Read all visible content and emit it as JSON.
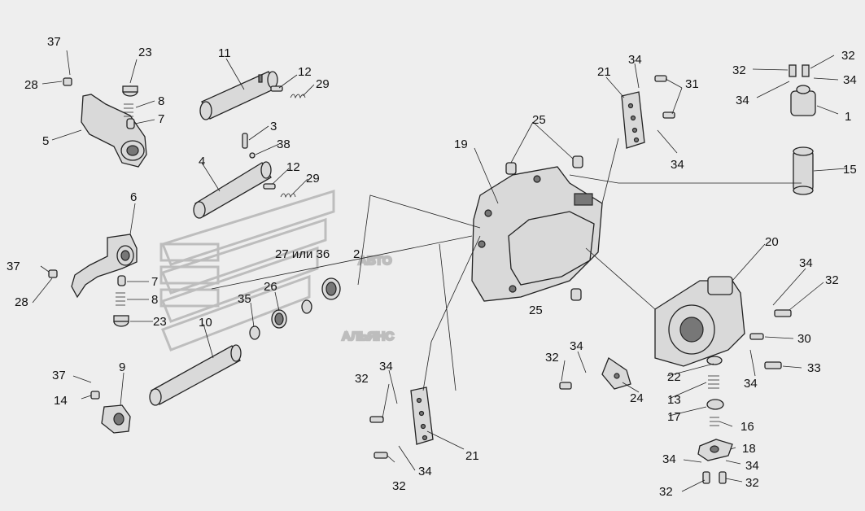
{
  "diagram": {
    "watermark": {
      "line1": "АВТО",
      "line2": "АЛЬЯНС"
    },
    "labels": [
      {
        "id": "l37a",
        "text": "37"
      },
      {
        "id": "l23a",
        "text": "23"
      },
      {
        "id": "l28a",
        "text": "28"
      },
      {
        "id": "l8a",
        "text": "8"
      },
      {
        "id": "l7a",
        "text": "7"
      },
      {
        "id": "l5",
        "text": "5"
      },
      {
        "id": "l11",
        "text": "11"
      },
      {
        "id": "l12a",
        "text": "12"
      },
      {
        "id": "l29a",
        "text": "29"
      },
      {
        "id": "l3",
        "text": "3"
      },
      {
        "id": "l38",
        "text": "38"
      },
      {
        "id": "l4",
        "text": "4"
      },
      {
        "id": "l12b",
        "text": "12"
      },
      {
        "id": "l29b",
        "text": "29"
      },
      {
        "id": "l6",
        "text": "6"
      },
      {
        "id": "l37b",
        "text": "37"
      },
      {
        "id": "l28b",
        "text": "28"
      },
      {
        "id": "l7b",
        "text": "7"
      },
      {
        "id": "l8b",
        "text": "8"
      },
      {
        "id": "l23b",
        "text": "23"
      },
      {
        "id": "l27",
        "text": "27 или 36"
      },
      {
        "id": "l2",
        "text": "2"
      },
      {
        "id": "l26",
        "text": "26"
      },
      {
        "id": "l35",
        "text": "35"
      },
      {
        "id": "l10",
        "text": "10"
      },
      {
        "id": "l37c",
        "text": "37"
      },
      {
        "id": "l9",
        "text": "9"
      },
      {
        "id": "l14",
        "text": "14"
      },
      {
        "id": "l19",
        "text": "19"
      },
      {
        "id": "l25a",
        "text": "25"
      },
      {
        "id": "l25b",
        "text": "25"
      },
      {
        "id": "l21a",
        "text": "21"
      },
      {
        "id": "l34a",
        "text": "34"
      },
      {
        "id": "l31",
        "text": "31"
      },
      {
        "id": "l34b",
        "text": "34"
      },
      {
        "id": "l32a",
        "text": "32"
      },
      {
        "id": "l32b",
        "text": "32"
      },
      {
        "id": "l34c",
        "text": "34"
      },
      {
        "id": "l34d",
        "text": "34"
      },
      {
        "id": "l1",
        "text": "1"
      },
      {
        "id": "l15",
        "text": "15"
      },
      {
        "id": "l20",
        "text": "20"
      },
      {
        "id": "l34e",
        "text": "34"
      },
      {
        "id": "l32c",
        "text": "32"
      },
      {
        "id": "l30",
        "text": "30"
      },
      {
        "id": "l33",
        "text": "33"
      },
      {
        "id": "l34f",
        "text": "34"
      },
      {
        "id": "l32d",
        "text": "32"
      },
      {
        "id": "l34g",
        "text": "34"
      },
      {
        "id": "l22",
        "text": "22"
      },
      {
        "id": "l24",
        "text": "24"
      },
      {
        "id": "l13",
        "text": "13"
      },
      {
        "id": "l17",
        "text": "17"
      },
      {
        "id": "l16",
        "text": "16"
      },
      {
        "id": "l18",
        "text": "18"
      },
      {
        "id": "l34h",
        "text": "34"
      },
      {
        "id": "l34i",
        "text": "34"
      },
      {
        "id": "l32e",
        "text": "32"
      },
      {
        "id": "l32f",
        "text": "32"
      },
      {
        "id": "l32g",
        "text": "32"
      },
      {
        "id": "l34j",
        "text": "34"
      },
      {
        "id": "l34k",
        "text": "34"
      },
      {
        "id": "l32h",
        "text": "32"
      },
      {
        "id": "l21b",
        "text": "21"
      },
      {
        "id": "l34l",
        "text": "34"
      }
    ]
  }
}
